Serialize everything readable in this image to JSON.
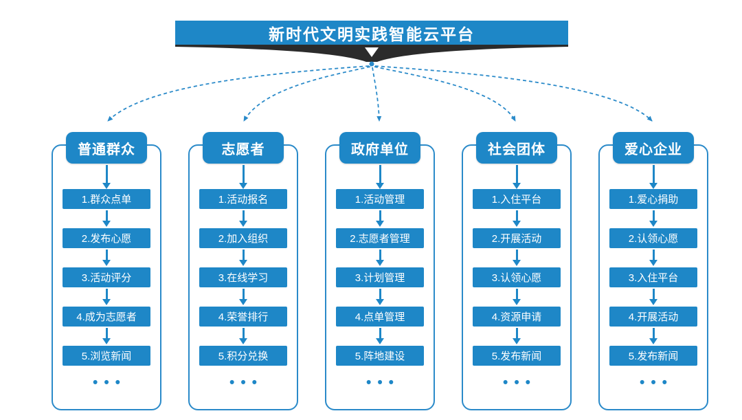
{
  "title": "新时代文明实践智能云平台",
  "colors": {
    "accent": "#1E87C7",
    "outline": "#2A8AC9",
    "ribbon": "#2B2B2B"
  },
  "columns": [
    {
      "header": "普通群众",
      "items": [
        "1.群众点单",
        "2.发布心愿",
        "3.活动评分",
        "4.成为志愿者",
        "5.浏览新闻"
      ],
      "ellipsis": "•••"
    },
    {
      "header": "志愿者",
      "items": [
        "1.活动报名",
        "2.加入组织",
        "3.在线学习",
        "4.荣誉排行",
        "5.积分兑换"
      ],
      "ellipsis": "•••"
    },
    {
      "header": "政府单位",
      "items": [
        "1.活动管理",
        "2.志愿者管理",
        "3.计划管理",
        "4.点单管理",
        "5.阵地建设"
      ],
      "ellipsis": "•••"
    },
    {
      "header": "社会团体",
      "items": [
        "1.入住平台",
        "2.开展活动",
        "3.认领心愿",
        "4.资源申请",
        "5.发布新闻"
      ],
      "ellipsis": "•••"
    },
    {
      "header": "爱心企业",
      "items": [
        "1.爱心捐助",
        "2.认领心愿",
        "3.入住平台",
        "4.开展活动",
        "5.发布新闻"
      ],
      "ellipsis": "•••"
    }
  ]
}
